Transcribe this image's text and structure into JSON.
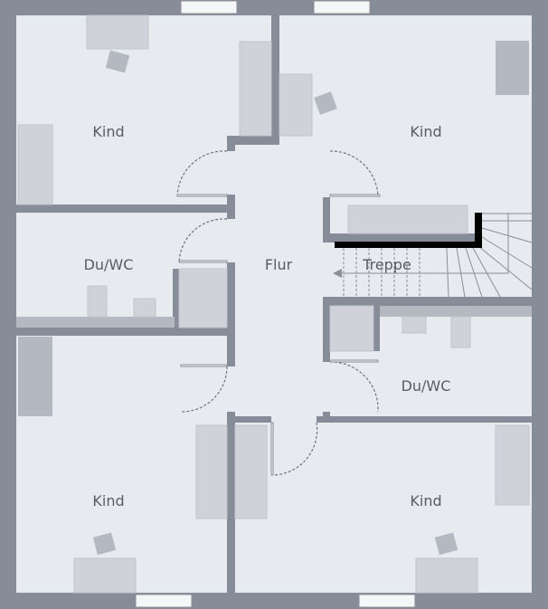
{
  "plan": {
    "rooms": [
      {
        "label": "Kind"
      },
      {
        "label": "Kind"
      },
      {
        "label": "Du/WC"
      },
      {
        "label": "Flur"
      },
      {
        "label": "Treppe"
      },
      {
        "label": "Du/WC"
      },
      {
        "label": "Kind"
      },
      {
        "label": "Kind"
      }
    ],
    "colors": {
      "wall": "#878c99",
      "floor": "#e7eaee",
      "furniture": "#cfd2d9",
      "stair_rail": "#000000"
    }
  }
}
